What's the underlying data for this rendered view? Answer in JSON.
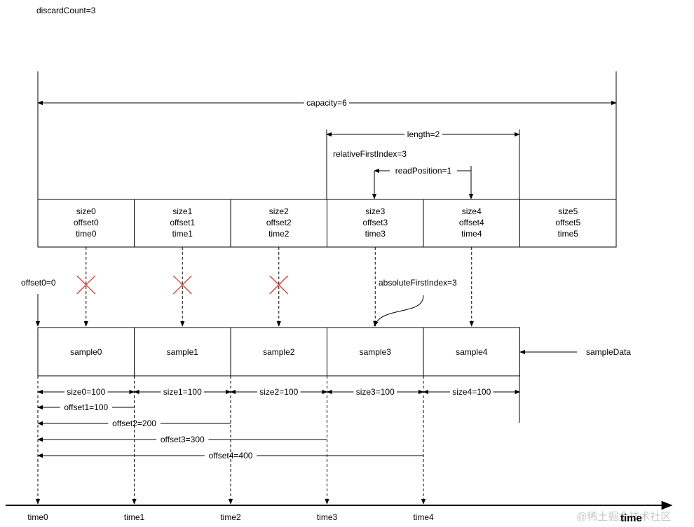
{
  "discard_count_label": "discardCount=3",
  "capacity_label": "capacity=6",
  "length_label": "length=2",
  "relative_first_index_label": "relativeFirstIndex=3",
  "read_position_label": "readPosition=1",
  "absolute_first_index_label": "absoluteFirstIndex=3",
  "offset0_label": "offset0=0",
  "sample_data_label": "sampleData",
  "time_axis_label": "time",
  "watermark": "@稀土掘金技术社区",
  "queue_slots": [
    {
      "lines": [
        "size0",
        "offset0",
        "time0"
      ],
      "discarded": true
    },
    {
      "lines": [
        "size1",
        "offset1",
        "time1"
      ],
      "discarded": true
    },
    {
      "lines": [
        "size2",
        "offset2",
        "time2"
      ],
      "discarded": true
    },
    {
      "lines": [
        "size3",
        "offset3",
        "time3"
      ],
      "discarded": false
    },
    {
      "lines": [
        "size4",
        "offset4",
        "time4"
      ],
      "discarded": false
    },
    {
      "lines": [
        "size5",
        "offset5",
        "time5"
      ],
      "discarded": false
    }
  ],
  "samples": [
    "sample0",
    "sample1",
    "sample2",
    "sample3",
    "sample4"
  ],
  "size_labels": [
    "size0=100",
    "size1=100",
    "size2=100",
    "size3=100",
    "size4=100"
  ],
  "offset_labels": [
    "offset1=100",
    "offset2=200",
    "offset3=300",
    "offset4=400"
  ],
  "time_ticks": [
    "time0",
    "time1",
    "time2",
    "time3",
    "time4"
  ],
  "colors": {
    "line": "#000000",
    "discard_mark": "#e53935"
  }
}
